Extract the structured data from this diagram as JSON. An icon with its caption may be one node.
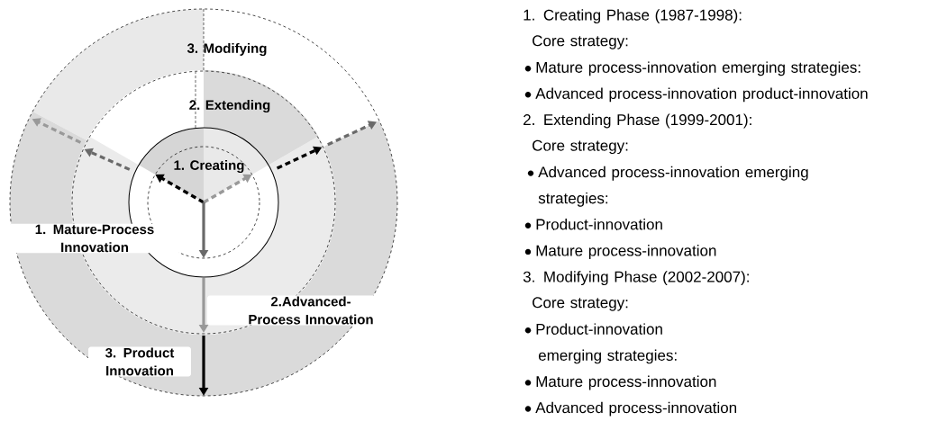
{
  "diagram": {
    "labels": [
      "3. Modifying",
      "2. Extending",
      "1. Creating",
      "1. Mature-Process Innovation",
      "2.Advanced-Process Innovation",
      "3. Product Innovation",
      "1. Creating Phase (1987-1998):",
      "Core strategy:",
      "Mature process-innovation emerging strategies:",
      "Advanced process-innovation product-innovation",
      "2. Extending Phase (1999-2001):",
      "Core strategy:",
      "Advanced process-innovation emerging strategies:",
      "Product-innovation",
      "Mature process-innovation",
      "3. Modifying Phase (2002-2007):",
      "Core strategy:",
      "Product-innovation",
      "emerging strategies:",
      "Mature process-innovation",
      "Advanced process-innovation"
    ]
  }
}
